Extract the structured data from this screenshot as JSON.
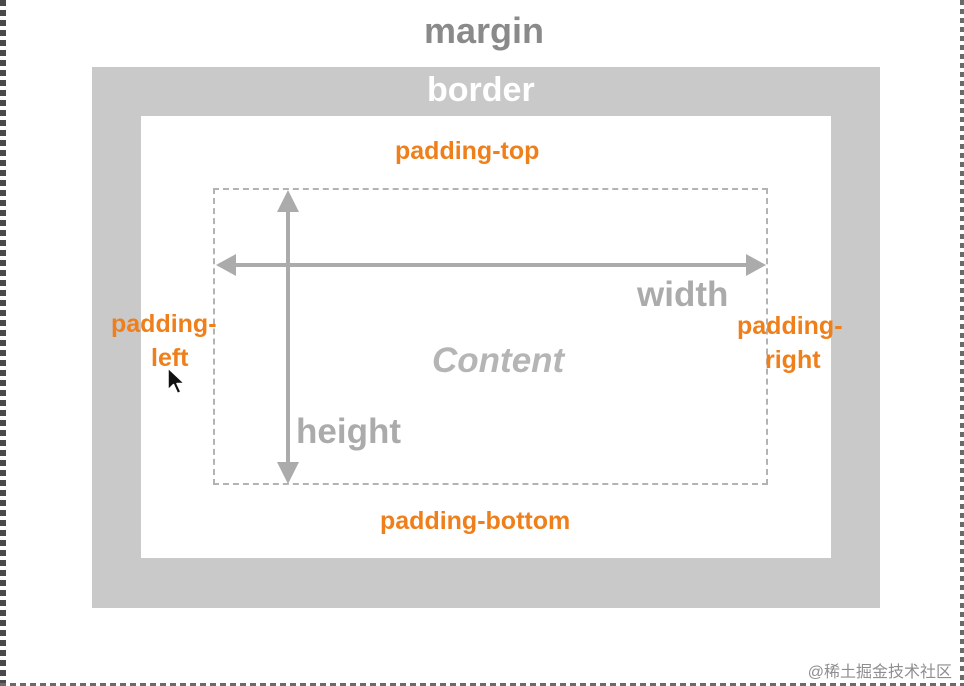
{
  "labels": {
    "margin": "margin",
    "border": "border",
    "padding_top": "padding-top",
    "padding_bottom": "padding-bottom",
    "padding_left_line1": "padding-",
    "padding_left_line2": "left",
    "padding_right_line1": "padding-",
    "padding_right_line2": "right",
    "width": "width",
    "height": "height",
    "content": "Content"
  },
  "watermark": "@稀土掘金技术社区",
  "colors": {
    "border_fill": "#c9c9c9",
    "padding_label": "#ef7f1a",
    "margin_label": "#8a8a8a",
    "dimension_label": "#ababab",
    "content_outline": "#b3b3b3"
  },
  "icons": {
    "cursor": "mouse-pointer-icon"
  }
}
